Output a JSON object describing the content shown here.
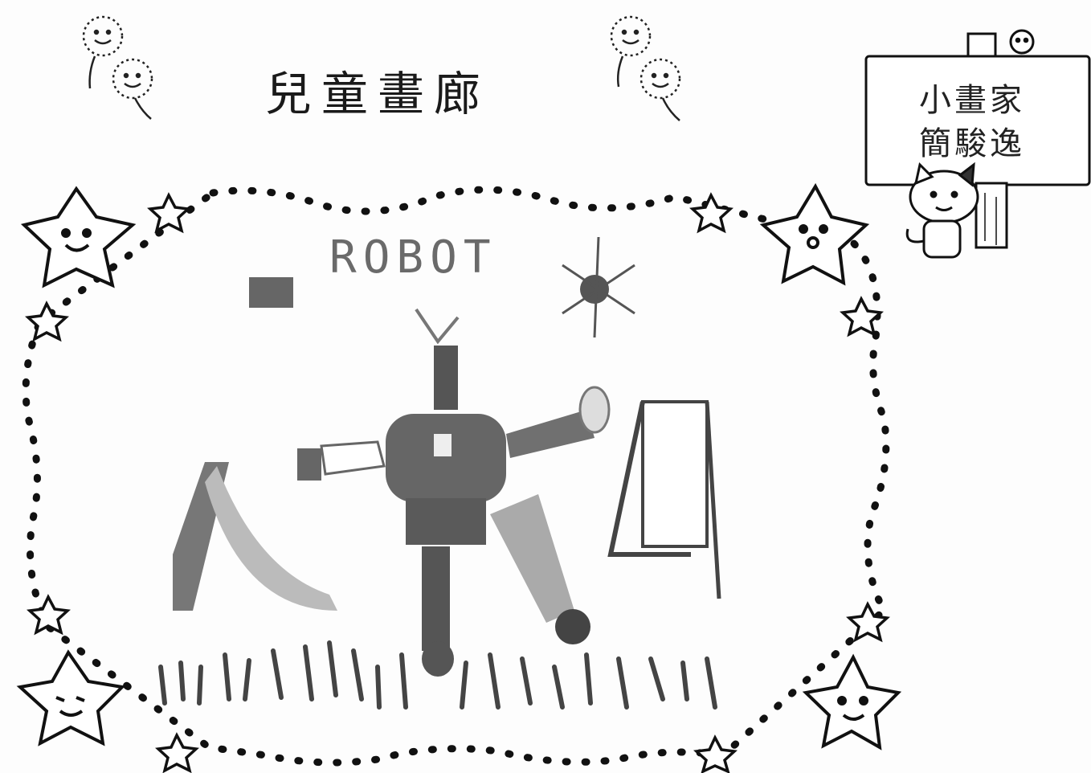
{
  "header": {
    "title": "兒童畫廊"
  },
  "signboard": {
    "line1": "小畫家",
    "line2": "簡駿逸"
  },
  "drawing": {
    "caption_word": "ROBOT"
  },
  "icons": [
    "dandelion-smile-icon",
    "star-character-icon",
    "small-star-icon",
    "cat-icon",
    "sign-board-icon",
    "robot-drawing"
  ]
}
